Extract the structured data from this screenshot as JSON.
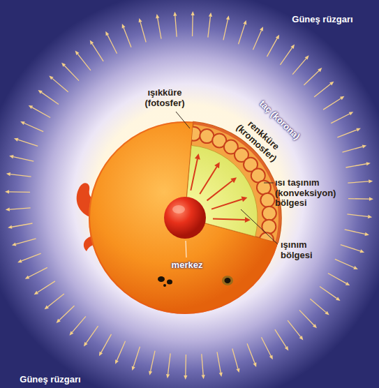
{
  "diagram": {
    "labels": [
      "Güneş rüzgarı",
      "ışıkküre (fotosfer)",
      "taç (korona)",
      "renkküre (kromosfer)",
      "ısı taşınım (konveksiyon) bölgesi",
      "merkez",
      "ışınım bölgesi",
      "Güneş rüzgarı"
    ]
  }
}
